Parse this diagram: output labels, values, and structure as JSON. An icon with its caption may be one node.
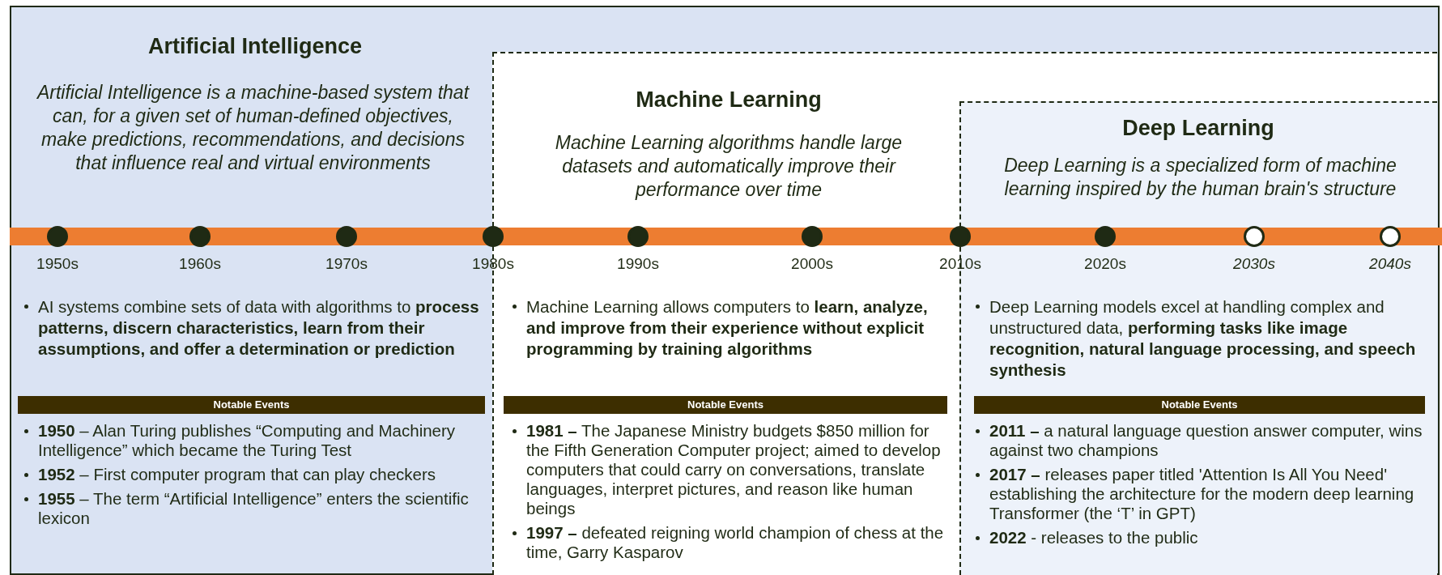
{
  "diagram": {
    "nodes": [
      {
        "text": [
          "Artificial Intelligence",
          "Artificial Intelligence is a machine-based system that can, for a given set of human-defined objectives, make predictions, recommendations, and decisions that influence real and virtual environments",
          "AI systems combine sets of data with algorithms to **process patterns, discern characteristics, learn from their assumptions, and offer a determination or prediction**",
          "**1950** – Alan Turing publishes “Computing and Machinery Intelligence” which became the Turing Test",
          "**1952** – First computer program that can play checkers",
          "**1955** – The term “Artificial Intelligence” enters the scientific lexicon"
        ]
      },
      {
        "text": [
          "Notable Events"
        ],
        "in": 0
      },
      {
        "text": [],
        "shape": "circle",
        "beside": [
          "1950s"
        ],
        "in": 0
      },
      {
        "text": [],
        "shape": "circle",
        "beside": [
          "1960s"
        ],
        "in": 0
      },
      {
        "text": [],
        "shape": "circle",
        "beside": [
          "1970s"
        ],
        "in": 0
      },
      {
        "text": [
          "Machine Learning",
          "Machine Learning algorithms handle large datasets and automatically improve their performance over time",
          "Machine Learning allows computers to **learn, analyze, and improve from their experience without explicit programming by training algorithms**",
          "**1981 –** The Japanese Ministry budgets $850 million for the Fifth Generation Computer project; aimed to develop computers that could carry on conversations, translate languages, interpret pictures, and reason like human beings",
          "**1997 –** defeated reigning world champion of chess at the time, Garry Kasparov"
        ],
        "in": 0
      },
      {
        "text": [
          "Notable Events"
        ],
        "in": 5
      },
      {
        "text": [],
        "shape": "circle",
        "beside": [
          "1980s"
        ],
        "in": 5
      },
      {
        "text": [],
        "shape": "circle",
        "beside": [
          "1990s"
        ],
        "in": 5
      },
      {
        "text": [],
        "shape": "circle",
        "beside": [
          "2000s"
        ],
        "in": 5
      },
      {
        "text": [
          "Deep Learning",
          "Deep Learning is a specialized form of machine learning inspired by the human brain's structure",
          "Deep Learning models excel at handling complex and unstructured data, **performing tasks like image recognition, natural language processing, and speech synthesis**",
          "**2011 –** a natural language question answer computer, wins against two champions",
          "**2017 –** releases paper titled 'Attention Is All You Need' establishing the architecture for the modern deep learning Transformer (the ‘T’ in GPT)",
          "**2022** - releases to the public"
        ],
        "in": 5
      },
      {
        "text": [
          "Notable Events"
        ],
        "in": 10
      },
      {
        "text": [],
        "shape": "circle",
        "beside": [
          "2010s"
        ],
        "in": 10
      },
      {
        "text": [],
        "shape": "circle",
        "beside": [
          "2020s"
        ],
        "in": 10
      },
      {
        "text": [],
        "shape": "circle",
        "beside": [
          "2030s"
        ],
        "in": 10
      },
      {
        "text": [],
        "shape": "circle",
        "beside": [
          "2040s"
        ],
        "in": 10
      }
    ]
  }
}
